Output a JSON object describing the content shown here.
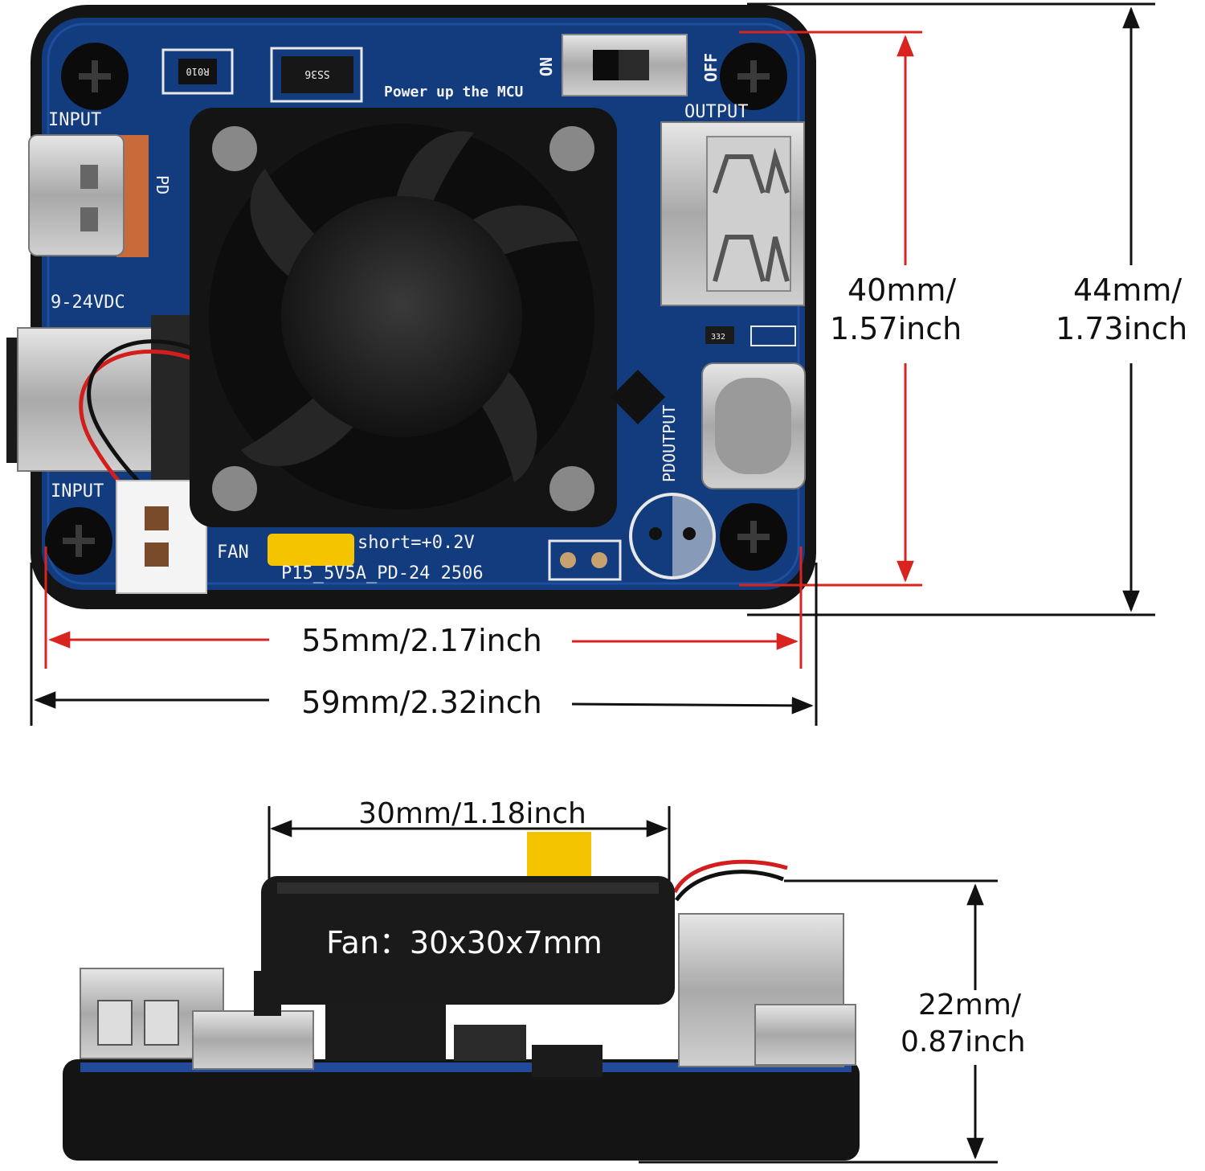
{
  "top_view": {
    "board_labels": {
      "power_note": "Power up the MCU",
      "on": "ON",
      "off": "OFF",
      "input_top": "INPUT",
      "pd": "PD",
      "voltage": "9-24VDC",
      "output": "OUTPUT",
      "pd_output": "PDOUTPUT",
      "input_bottom": "INPUT",
      "fan": "FAN",
      "short_note": "short=+0.2V",
      "model": "P15_5V5A_PD-24 2506",
      "resistor": "R010",
      "diode": "SS36",
      "smd_code": "332"
    },
    "dimensions": {
      "pcb_width": "55mm/2.17inch",
      "case_width": "59mm/2.32inch",
      "pcb_height_mm": "40mm/",
      "pcb_height_in": "1.57inch",
      "case_height_mm": "44mm/",
      "case_height_in": "1.73inch"
    }
  },
  "side_view": {
    "fan_text": "Fan：30x30x7mm",
    "dimensions": {
      "fan_width": "30mm/1.18inch",
      "height_mm": "22mm/",
      "height_in": "0.87inch"
    }
  },
  "colors": {
    "pcb_blue": "#123c7e",
    "case_black": "#141414",
    "dimension_red": "#d9231f",
    "dimension_black": "#111111",
    "usb_metal": "#b8b8b8",
    "fan_black": "#1a1a1a",
    "yellow_jumper": "#f5c400"
  }
}
